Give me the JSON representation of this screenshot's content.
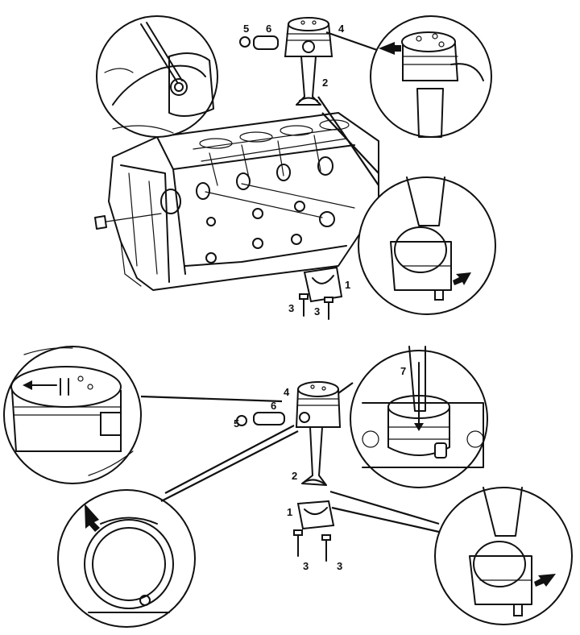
{
  "figure": {
    "top_callouts": [
      {
        "id": "c5t",
        "label": "5"
      },
      {
        "id": "c6t",
        "label": "6"
      },
      {
        "id": "c4t",
        "label": "4"
      },
      {
        "id": "c2t",
        "label": "2"
      },
      {
        "id": "c1t",
        "label": "1"
      },
      {
        "id": "c3ta",
        "label": "3"
      },
      {
        "id": "c3tb",
        "label": "3"
      }
    ],
    "bottom_callouts": [
      {
        "id": "c4b",
        "label": "4"
      },
      {
        "id": "c6b",
        "label": "6"
      },
      {
        "id": "c5b",
        "label": "5"
      },
      {
        "id": "c7b",
        "label": "7"
      },
      {
        "id": "c2b",
        "label": "2"
      },
      {
        "id": "c1b",
        "label": "1"
      },
      {
        "id": "c3ba",
        "label": "3"
      },
      {
        "id": "c3bb",
        "label": "3"
      }
    ]
  }
}
